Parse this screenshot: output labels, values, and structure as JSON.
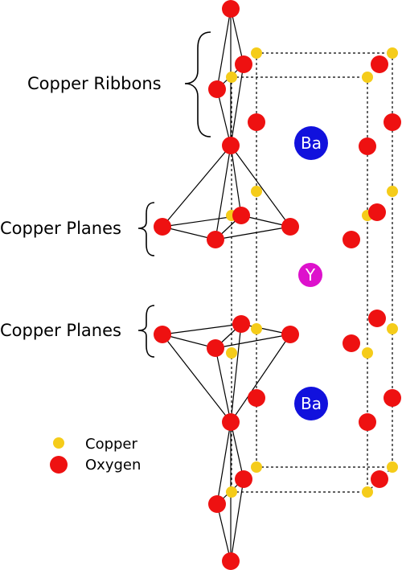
{
  "labels": {
    "ribbons": "Copper Ribbons",
    "planes_upper": "Copper Planes",
    "planes_lower": "Copper Planes"
  },
  "atoms": {
    "barium_upper": "Ba",
    "yttrium": "Y",
    "barium_lower": "Ba"
  },
  "legend": {
    "copper": "Copper",
    "oxygen": "Oxygen"
  },
  "colors": {
    "oxygen": "#ee1111",
    "copper": "#f5cc1a",
    "barium": "#1111dd",
    "yttrium": "#dd11cc"
  }
}
